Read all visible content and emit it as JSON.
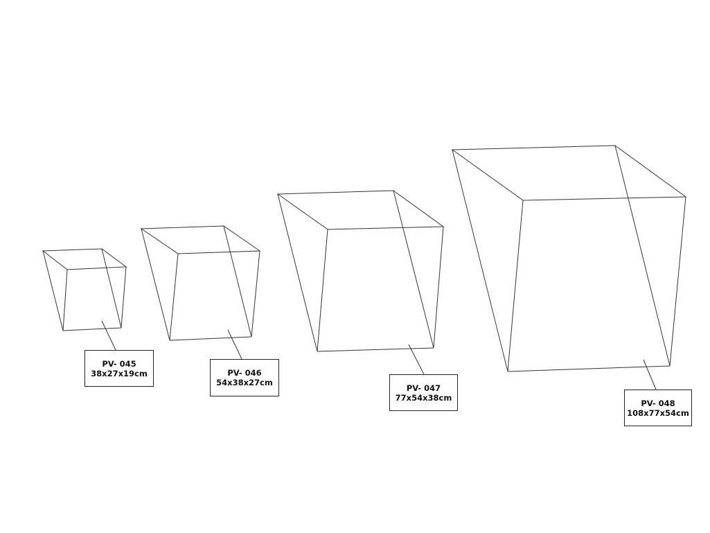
{
  "products": [
    {
      "code": "PV- 045",
      "size": "38x27x19cm"
    },
    {
      "code": "PV- 046",
      "size": "54x38x27cm"
    },
    {
      "code": "PV- 047",
      "size": "77x54x38cm"
    },
    {
      "code": "PV- 048",
      "size": "108x77x54cm"
    }
  ],
  "line_color": "#333333"
}
